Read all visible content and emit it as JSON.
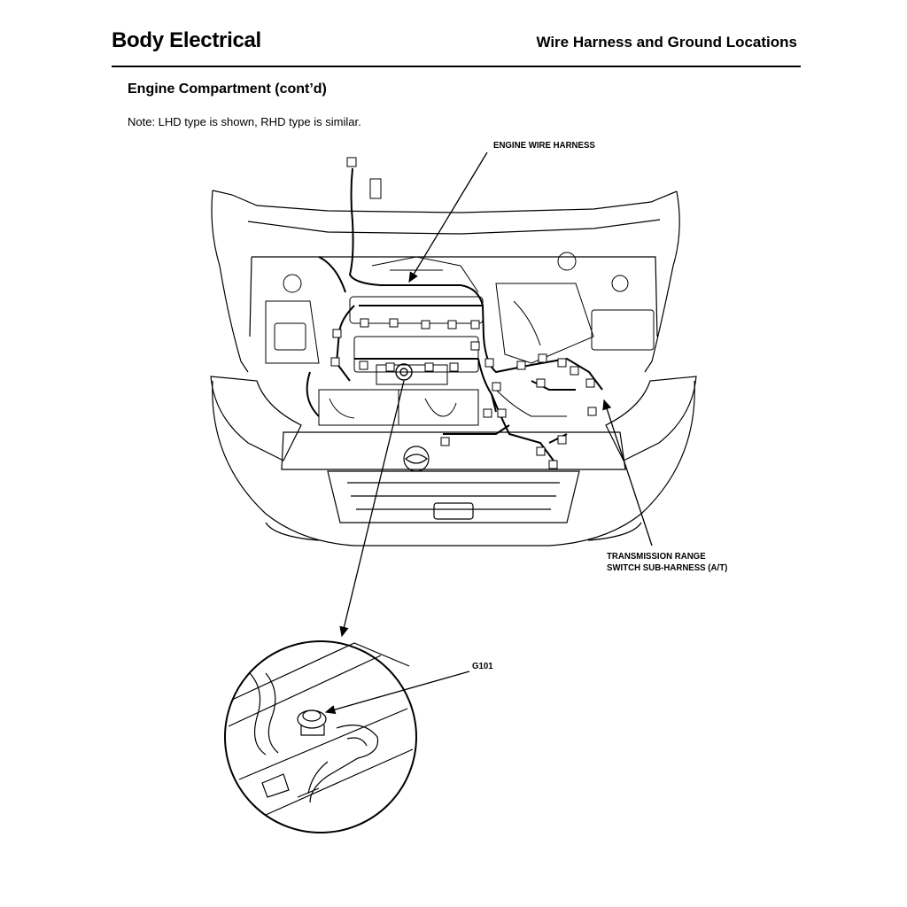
{
  "header": {
    "left_title": "Body Electrical",
    "right_title": "Wire Harness and Ground Locations"
  },
  "section": {
    "title": "Engine Compartment (cont’d)",
    "note": "Note: LHD type is shown, RHD type is similar."
  },
  "callouts": {
    "engine_wire_harness": "ENGINE WIRE HARNESS",
    "transmission_line1": "TRANSMISSION RANGE",
    "transmission_line2": "SWITCH SUB-HARNESS (A/T)",
    "ground": "G101"
  }
}
